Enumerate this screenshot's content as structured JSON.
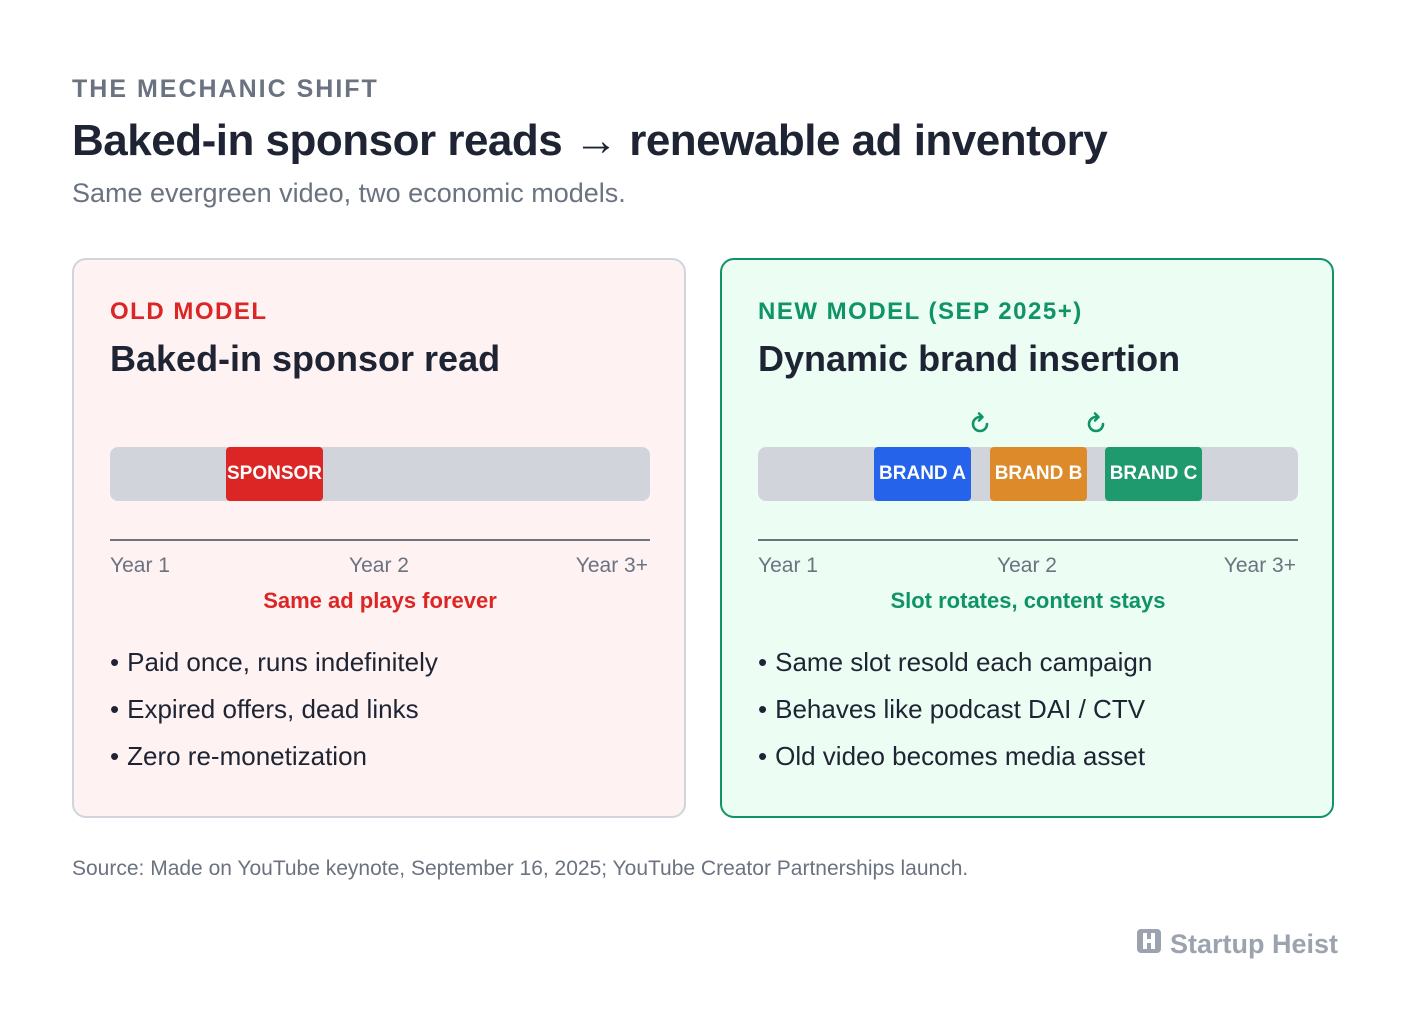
{
  "header": {
    "eyebrow": "THE MECHANIC SHIFT",
    "title": "Baked-in sponsor reads → renewable ad inventory",
    "subtitle": "Same evergreen video, two economic models."
  },
  "old_model": {
    "label": "OLD MODEL",
    "title": "Baked-in sponsor read",
    "slots": [
      {
        "text": "SPONSOR",
        "color": "#dc2626"
      }
    ],
    "axis_labels": [
      "Year 1",
      "Year 2",
      "Year 3+"
    ],
    "caption": "Same ad plays forever",
    "bullets": [
      "Paid once, runs indefinitely",
      "Expired offers, dead links",
      "Zero re-monetization"
    ]
  },
  "new_model": {
    "label": "NEW MODEL (SEP 2025+)",
    "title": "Dynamic brand insertion",
    "slots": [
      {
        "text": "BRAND A",
        "color": "#2563eb"
      },
      {
        "text": "BRAND B",
        "color": "#dd8a2a"
      },
      {
        "text": "BRAND C",
        "color": "#1f9a6f"
      }
    ],
    "rotate_icon": "rotate-clockwise-icon",
    "axis_labels": [
      "Year 1",
      "Year 2",
      "Year 3+"
    ],
    "caption": "Slot rotates, content stays",
    "bullets": [
      "Same slot resold each campaign",
      "Behaves like podcast DAI / CTV",
      "Old video becomes media asset"
    ]
  },
  "footer": {
    "source": "Source: Made on YouTube keynote, September 16, 2025; YouTube Creator Partnerships launch.",
    "brand_name": "Startup Heist",
    "brand_icon": "startup-heist-logo-icon"
  },
  "colors": {
    "old_accent": "#dc2626",
    "new_accent": "#0f9467",
    "track": "#d1d5db"
  }
}
